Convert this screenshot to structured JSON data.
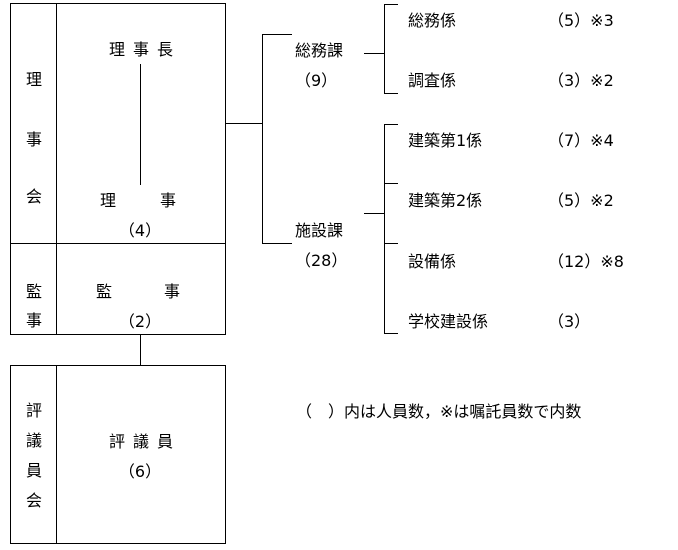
{
  "board": {
    "side_label": [
      "理",
      "事",
      "会"
    ],
    "chairman": "理事長",
    "director": "理事",
    "director_count": "（4）"
  },
  "auditor": {
    "side_label": [
      "監",
      "事"
    ],
    "title": "監事",
    "count": "（2）"
  },
  "council": {
    "side_label": [
      "評",
      "議",
      "員",
      "会"
    ],
    "title": "評議員",
    "count": "（6）"
  },
  "departments": [
    {
      "name": "総務課",
      "count": "（9）"
    },
    {
      "name": "施設課",
      "count": "（28）"
    }
  ],
  "sections": [
    {
      "name": "総務係",
      "count": "（5）※3"
    },
    {
      "name": "調査係",
      "count": "（3）※2"
    },
    {
      "name": "建築第1係",
      "count": "（7）※4"
    },
    {
      "name": "建築第2係",
      "count": "（5）※2"
    },
    {
      "name": "設備係",
      "count": "（12）※8"
    },
    {
      "name": "学校建設係",
      "count": "（3）"
    }
  ],
  "note": "（　）内は人員数，※は嘱託員数で内数"
}
